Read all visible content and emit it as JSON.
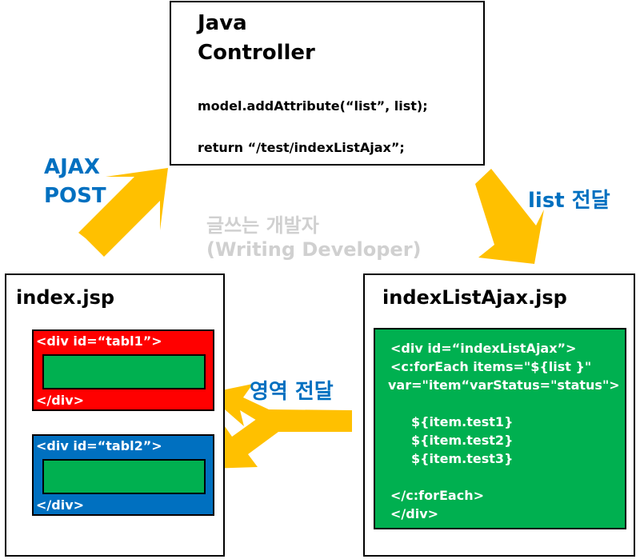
{
  "controller": {
    "title_line1": "Java",
    "title_line2": "Controller",
    "code_line1": "model.addAttribute(“list”, list);",
    "code_line2": "return “/test/indexListAjax”;"
  },
  "labels": {
    "ajax_post_line1": "AJAX",
    "ajax_post_line2": "POST",
    "list_transfer": "list 전달",
    "area_transfer": "영역 전달"
  },
  "watermark": {
    "line1": "글쓰는 개발자",
    "line2": "(Writing Developer)"
  },
  "index_jsp": {
    "title": "index.jsp",
    "div1_open": "<div id=“tabl1”>",
    "div1_close": "</div>",
    "div2_open": "<div id=“tabl2”>",
    "div2_close": "</div>"
  },
  "index_list_ajax_jsp": {
    "title": "indexListAjax.jsp",
    "lines": [
      "<div id=“indexListAjax”>",
      "<c:forEach items=\"${list }\"",
      "var=\"item“varStatus=\"status\">",
      "${item.test1}",
      "${item.test2}",
      "${item.test3}",
      "</c:forEach>",
      "</div>"
    ]
  },
  "colors": {
    "arrow": "#ffc000",
    "label_blue": "#0070c0",
    "red_div": "#ff0000",
    "blue_div": "#0070c0",
    "green_area": "#00b050"
  }
}
